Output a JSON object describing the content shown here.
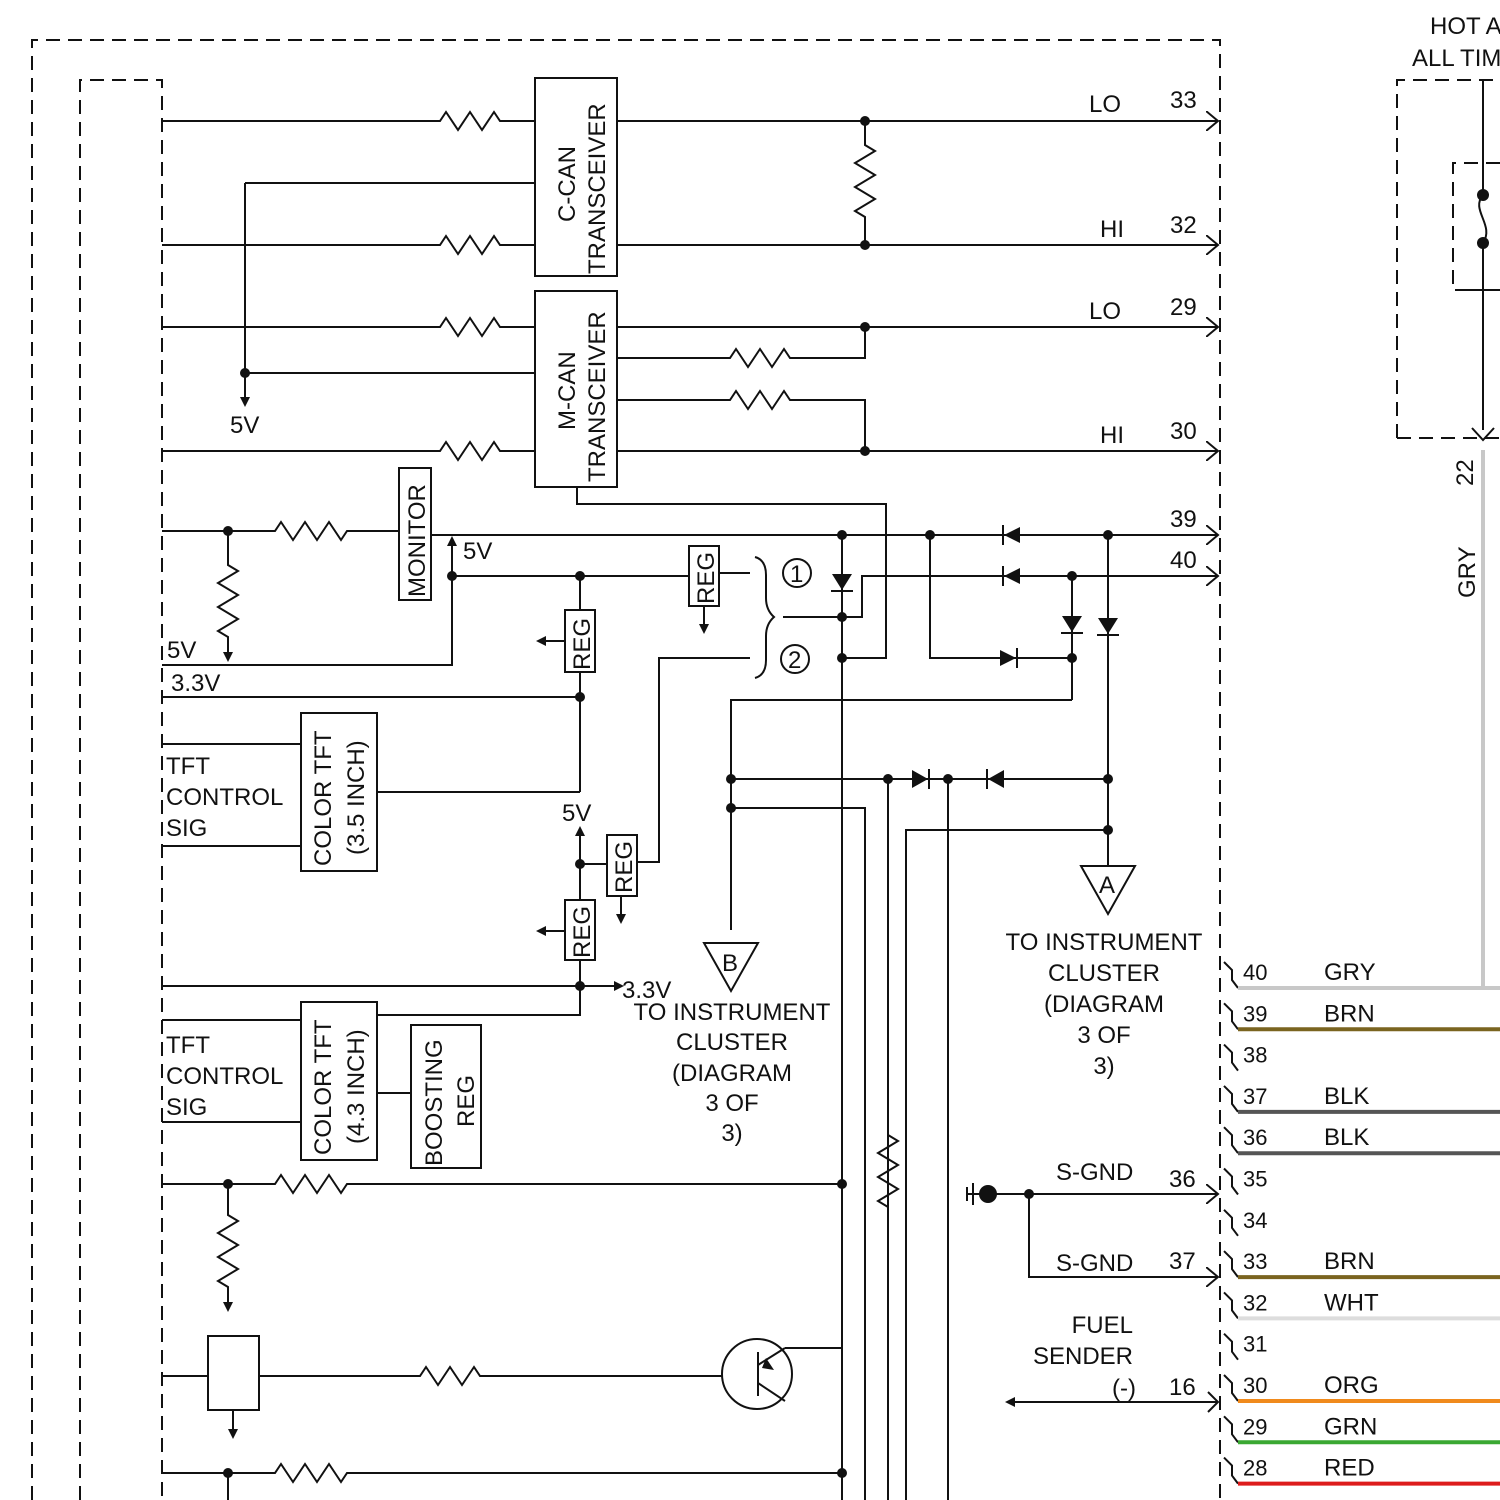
{
  "labels": {
    "hot_at_all_times": [
      "HOT A",
      "ALL TIM"
    ],
    "c_can": [
      "C-CAN",
      "TRANSCEIVER"
    ],
    "m_can": [
      "M-CAN",
      "TRANSCEIVER"
    ],
    "monitor": "MONITOR",
    "reg": "REG",
    "five_v": "5V",
    "three_three_v": "3.3V",
    "tft_control_sig": [
      "TFT",
      "CONTROL",
      "SIG"
    ],
    "color_tft_35": [
      "COLOR TFT",
      "(3.5 INCH)"
    ],
    "color_tft_43": [
      "COLOR TFT",
      "(4.3 INCH)"
    ],
    "boosting_reg": [
      "BOOSTING",
      "REG"
    ],
    "circle_1": "1",
    "circle_2": "2",
    "connector_a": "A",
    "connector_b": "B",
    "to_cluster_a": [
      "TO INSTRUMENT",
      "CLUSTER",
      "(DIAGRAM",
      "3 OF",
      "3)"
    ],
    "to_cluster_b": [
      "TO INSTRUMENT",
      "CLUSTER",
      "(DIAGRAM",
      "3 OF",
      "3)"
    ],
    "s_gnd": "S-GND",
    "fuel_sender": [
      "FUEL",
      "SENDER",
      "(-)"
    ],
    "lo": "LO",
    "hi": "HI",
    "pin_22": "22",
    "wire_gry_vertical": "GRY"
  },
  "output_pins": [
    {
      "signal": "LO",
      "pin": "33"
    },
    {
      "signal": "HI",
      "pin": "32"
    },
    {
      "signal": "LO",
      "pin": "29"
    },
    {
      "signal": "HI",
      "pin": "30"
    },
    {
      "signal": "",
      "pin": "39"
    },
    {
      "signal": "",
      "pin": "40"
    },
    {
      "signal": "S-GND",
      "pin": "36"
    },
    {
      "signal": "S-GND",
      "pin": "37"
    },
    {
      "signal": "",
      "pin": "16"
    }
  ],
  "connector_pins": [
    {
      "pin": "40",
      "wire": "GRY",
      "color": "#c8c8c8"
    },
    {
      "pin": "39",
      "wire": "BRN",
      "color": "#7a6420"
    },
    {
      "pin": "38",
      "wire": "",
      "color": ""
    },
    {
      "pin": "37",
      "wire": "BLK",
      "color": "#555555"
    },
    {
      "pin": "36",
      "wire": "BLK",
      "color": "#555555"
    },
    {
      "pin": "35",
      "wire": "",
      "color": ""
    },
    {
      "pin": "34",
      "wire": "",
      "color": ""
    },
    {
      "pin": "33",
      "wire": "BRN",
      "color": "#7a6420"
    },
    {
      "pin": "32",
      "wire": "WHT",
      "color": "#dddddd"
    },
    {
      "pin": "31",
      "wire": "",
      "color": ""
    },
    {
      "pin": "30",
      "wire": "ORG",
      "color": "#f08a1c"
    },
    {
      "pin": "29",
      "wire": "GRN",
      "color": "#3aa832"
    },
    {
      "pin": "28",
      "wire": "RED",
      "color": "#dd1c1c"
    }
  ]
}
